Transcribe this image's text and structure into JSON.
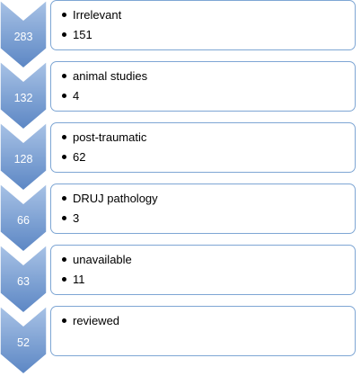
{
  "colors": {
    "chevron_top": "#a9c3e6",
    "chevron_bottom": "#5b86c4",
    "box_border": "#7ea6d4"
  },
  "steps": [
    {
      "count": "283",
      "bullets": [
        "Irrelevant",
        "151"
      ]
    },
    {
      "count": "132",
      "bullets": [
        "animal studies",
        "4"
      ]
    },
    {
      "count": "128",
      "bullets": [
        "post-traumatic",
        "62"
      ]
    },
    {
      "count": "66",
      "bullets": [
        "DRUJ pathology",
        "3"
      ]
    },
    {
      "count": "63",
      "bullets": [
        "unavailable",
        "11"
      ]
    },
    {
      "count": "52",
      "bullets": [
        "reviewed"
      ]
    }
  ]
}
